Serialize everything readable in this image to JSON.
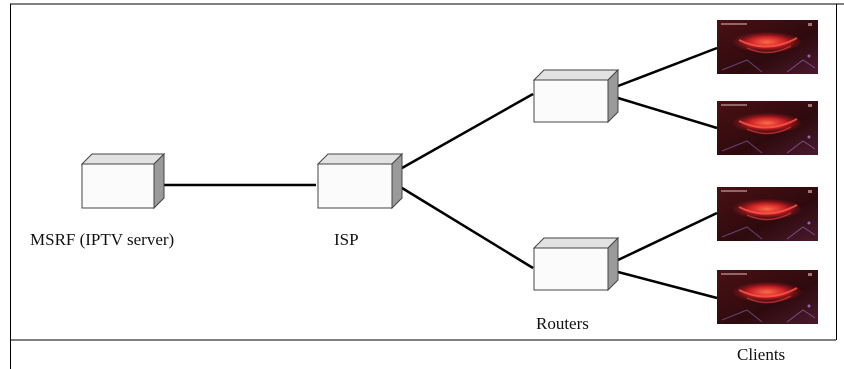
{
  "diagram": {
    "nodes": {
      "server": {
        "label": "MSRF (IPTV server)"
      },
      "isp": {
        "label": "ISP"
      },
      "routers": {
        "label": "Routers"
      },
      "clients": {
        "label": "Clients"
      }
    },
    "colors": {
      "box_front": "#fbfbfb",
      "box_top": "#e2e2e2",
      "box_side": "#9a9a9a",
      "line": "#000000",
      "screen_bg": "#3a0d10",
      "screen_glow": "#d7262a"
    }
  }
}
